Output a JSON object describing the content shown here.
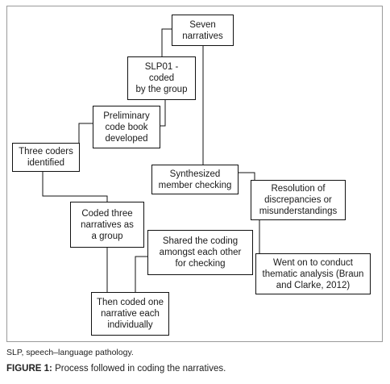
{
  "boxes": {
    "seven_narratives": "Seven\nnarratives",
    "slp01_coded": "SLP01 - coded\nby the group",
    "preliminary_codebook": "Preliminary\ncode book\ndeveloped",
    "three_coders": "Three coders\nidentified",
    "synthesized_member_checking": "Synthesized\nmember checking",
    "resolution_discrepancies": "Resolution of\ndiscrepancies or\nmisunderstandings",
    "coded_three_narratives": "Coded three\nnarratives as\na group",
    "shared_coding": "Shared the coding\namongst each other\nfor checking",
    "thematic_analysis": "Went on to conduct\nthematic analysis (Braun\nand Clarke, 2012)",
    "coded_one_each": "Then coded one\nnarrative each\nindividually"
  },
  "footnote": "SLP, speech–language pathology.",
  "caption": {
    "label": "FIGURE 1:",
    "text": " Process followed in coding the narratives."
  }
}
